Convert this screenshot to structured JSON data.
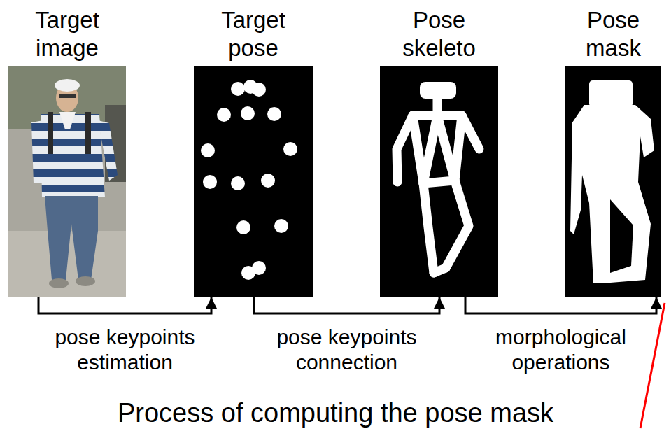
{
  "diagram": {
    "caption": "Process of computing the pose mask",
    "nodes": [
      {
        "text": [
          "Target image"
        ]
      },
      {
        "text": [
          "Target pose"
        ]
      },
      {
        "text": [
          "Pose skeleto"
        ]
      },
      {
        "text": [
          "Pose mask"
        ]
      }
    ],
    "edges": [
      {
        "from": 0,
        "to": 1,
        "arrow": "to",
        "label": "pose keypoints estimation"
      },
      {
        "from": 1,
        "to": 2,
        "arrow": "to",
        "label": "pose keypoints connection"
      },
      {
        "from": 2,
        "to": 3,
        "arrow": "to",
        "label": "morphological operations"
      }
    ]
  }
}
